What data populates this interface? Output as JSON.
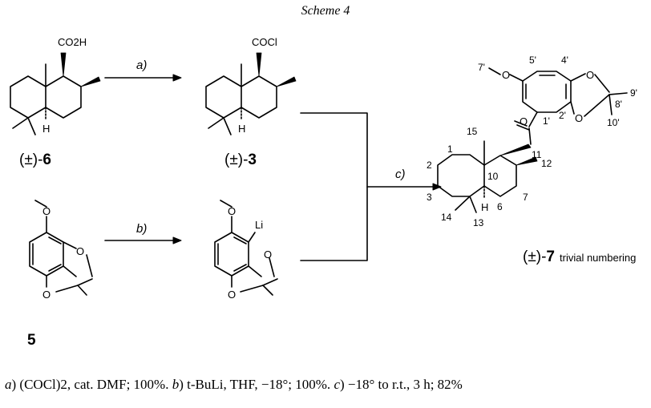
{
  "title": "Scheme 4",
  "compounds": {
    "c6": {
      "prefix": "(±)-",
      "num": "6",
      "group": "CO2H",
      "h": "H"
    },
    "c3": {
      "prefix": "(±)-",
      "num": "3",
      "group": "COCl",
      "h": "H"
    },
    "c5": {
      "num": "5",
      "o1": "O",
      "o2": "O",
      "o3": "O"
    },
    "lith": {
      "li": "Li",
      "o1": "O",
      "o2": "O",
      "o3": "O"
    },
    "c7": {
      "prefix": "(±)-",
      "num": "7",
      "note": "trivial numbering",
      "h": "H",
      "atoms": {
        "o_methoxy": "O",
        "o_ketone": "O",
        "o_ring1": "O",
        "o_ring2": "O"
      },
      "numbers": [
        "7'",
        "5'",
        "4'",
        "2'",
        "1'",
        "8'",
        "9'",
        "10'",
        "11",
        "15",
        "1",
        "10",
        "12",
        "2",
        "3",
        "7",
        "6",
        "14",
        "13"
      ]
    }
  },
  "arrows": {
    "a": "a)",
    "b": "b)",
    "c": "c)"
  },
  "footer": {
    "a_label": "a",
    "a_text": ") (COCl)2, cat. DMF; 100%. ",
    "b_label": "b",
    "b_text": ") t-BuLi, THF, −18°; 100%. ",
    "c_label": "c",
    "c_text": ") −18° to r.t., 3 h; 82%"
  }
}
